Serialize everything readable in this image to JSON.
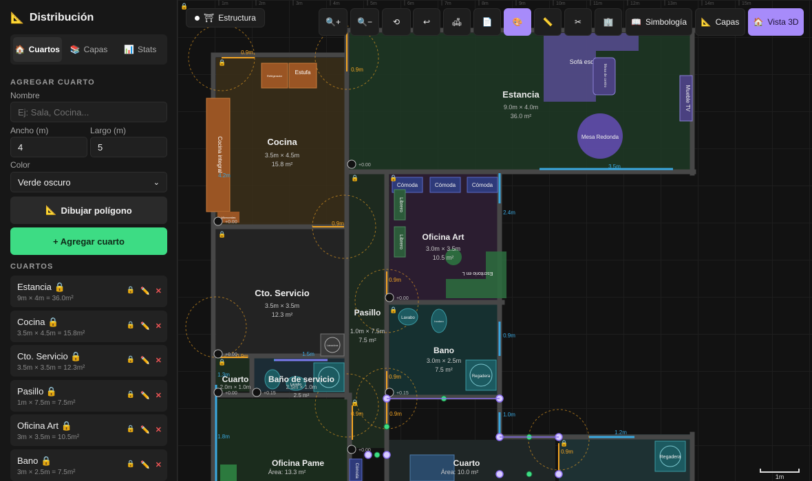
{
  "sidebar": {
    "title": "Distribución",
    "tabs": [
      {
        "label": "Cuartos",
        "icon": "🏠"
      },
      {
        "label": "Capas",
        "icon": "📚"
      },
      {
        "label": "Stats",
        "icon": "📊"
      }
    ],
    "add_section": "AGREGAR CUARTO",
    "name_label": "Nombre",
    "name_placeholder": "Ej: Sala, Cocina...",
    "width_label": "Ancho (m)",
    "width_value": "4",
    "length_label": "Largo (m)",
    "length_value": "5",
    "color_label": "Color",
    "color_value": "Verde oscuro",
    "draw_polygon": "Dibujar polígono",
    "add_room": "+ Agregar cuarto",
    "rooms_section": "CUARTOS",
    "rooms": [
      {
        "name": "Estancia",
        "dims": "9m × 4m = 36.0m²"
      },
      {
        "name": "Cocina",
        "dims": "3.5m × 4.5m = 15.8m²"
      },
      {
        "name": "Cto. Servicio",
        "dims": "3.5m × 3.5m = 12.3m²"
      },
      {
        "name": "Pasillo",
        "dims": "1m × 7.5m = 7.5m²"
      },
      {
        "name": "Oficina Art",
        "dims": "3m × 3.5m = 10.5m²"
      },
      {
        "name": "Bano",
        "dims": "3m × 2.5m = 7.5m²"
      }
    ]
  },
  "toolbar": {
    "structure_label": "Estructura",
    "simbologia": "Simbología",
    "capas": "Capas",
    "vista3d": "Vista 3D"
  },
  "rulers": [
    "1m",
    "2m",
    "3m",
    "4m",
    "5m",
    "6m",
    "7m",
    "8m",
    "9m",
    "10m",
    "11m",
    "12m",
    "13m",
    "14m",
    "15m"
  ],
  "plan": {
    "estancia": {
      "name": "Estancia",
      "dims": "9.0m × 4.0m",
      "area": "36.0 m²"
    },
    "cocina": {
      "name": "Cocina",
      "dims": "3.5m × 4.5m",
      "area": "15.8 m²"
    },
    "servicio": {
      "name": "Cto. Servicio",
      "dims": "3.5m × 3.5m",
      "area": "12.3 m²"
    },
    "pasillo": {
      "name": "Pasillo",
      "dims": "1.0m × 7.5m",
      "area": "7.5 m²"
    },
    "oficina_art": {
      "name": "Oficina Art",
      "dims": "3.0m × 3.5m",
      "area": "10.5 m²"
    },
    "bano": {
      "name": "Bano",
      "dims": "3.0m × 2.5m",
      "area": "7.5 m²"
    },
    "cuarto": {
      "name": "Cuarto",
      "dims": "2.0m × 1.0m"
    },
    "bano_servicio": {
      "name": "Baño de servicio",
      "dims": "2.5m × 1.0m",
      "area": "2.5 m²"
    },
    "oficina_pame": {
      "name": "Oficina Pame",
      "area": "Área: 13.3 m²"
    },
    "cuarto2": {
      "name": "Cuarto",
      "area": "Área: 10.0 m²"
    },
    "furniture": {
      "sofa": "Sofá esquinero",
      "mesa_centro": "Mesa de centro",
      "mueble_tv": "Mueble TV",
      "mesa_redonda": "Mesa Redonda",
      "refrigerador": "Refrigerador",
      "estufa": "Estufa",
      "cocina_integral": "Cocina integral",
      "microondas": "Microondas",
      "comoda": "Cómoda",
      "librero": "Librero",
      "escritorio": "Escritorio en L",
      "lavabo": "Lavabo",
      "inodoro": "Inodoro",
      "regadera": "Regadera",
      "lavadora": "Lavadora"
    },
    "measurements": {
      "m09": "0.9m",
      "m12": "1.2m",
      "m15": "1.5m",
      "m24": "2.4m",
      "m35": "3.5m",
      "m10": "1.0m",
      "m18": "1.8m",
      "m13": "1.3m",
      "m42": "4.2m"
    },
    "levels": {
      "zero": "+0.00",
      "p15": "+0.15"
    }
  },
  "scale_label": "1m"
}
